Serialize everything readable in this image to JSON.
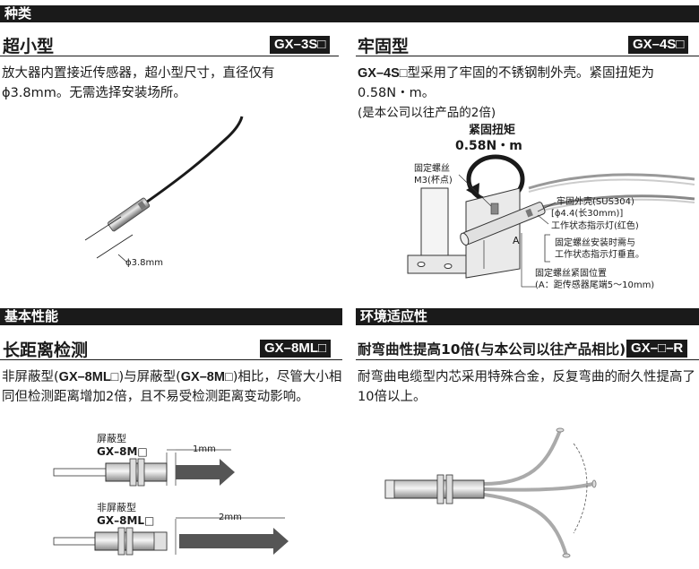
{
  "sections": {
    "types": "种类",
    "performance": "基本性能",
    "environment": "环境适应性"
  },
  "blocks": {
    "ultra_small": {
      "title": "超小型",
      "model": "GX–3S□",
      "text": "放大器内置接近传感器，超小型尺寸，直径仅有ϕ3.8mm。无需选择安装场所。",
      "diameter_label": "ϕ3.8mm"
    },
    "robust": {
      "title": "牢固型",
      "model": "GX–4S□",
      "text_model": "GX–4S□",
      "text_rest": "型采用了牢固的不锈钢制外壳。紧固扭矩为0.58N・m。",
      "text_note": "(是本公司以往产品的2倍)",
      "torque_title": "紧固扭矩",
      "torque_value": "0.58N・m",
      "screw_label_1": "固定螺丝",
      "screw_label_2": "M3(杯点)",
      "housing_label": "牢固外壳(SUS304)",
      "size_label": "[ϕ4.4(长30mm)]",
      "indicator_label": "工作状态指示灯(红色)",
      "note_line1": "固定螺丝安装时需与",
      "note_line2": "工作状态指示灯垂直。",
      "position_label_1": "固定螺丝紧固位置",
      "position_label_2": "(A：距传感器尾端5～10mm)",
      "dimension_a": "A"
    },
    "long_range": {
      "title": "长距离检测",
      "model": "GX–8ML□",
      "text_1": "非屏蔽型(",
      "text_model_1": "GX–8ML□",
      "text_2": ")与屏蔽型(",
      "text_model_2": "GX–8M□",
      "text_3": ")相比，尽管大小相同但检测距离增加2倍，且不易受检测距离变动影响。",
      "shielded_label": "屏蔽型",
      "shielded_model": "GX–8M□",
      "shielded_distance": "1mm",
      "unshielded_label": "非屏蔽型",
      "unshielded_model": "GX–8ML□",
      "unshielded_distance": "2mm"
    },
    "flex": {
      "title": "耐弯曲性提高10倍(与本公司以往产品相比)",
      "model": "GX–□–R",
      "text": "耐弯曲电缆型内芯采用特殊合金，反复弯曲的耐久性提高了10倍以上。"
    }
  },
  "colors": {
    "bar": "#1a1a1a",
    "arrow": "#555555"
  }
}
